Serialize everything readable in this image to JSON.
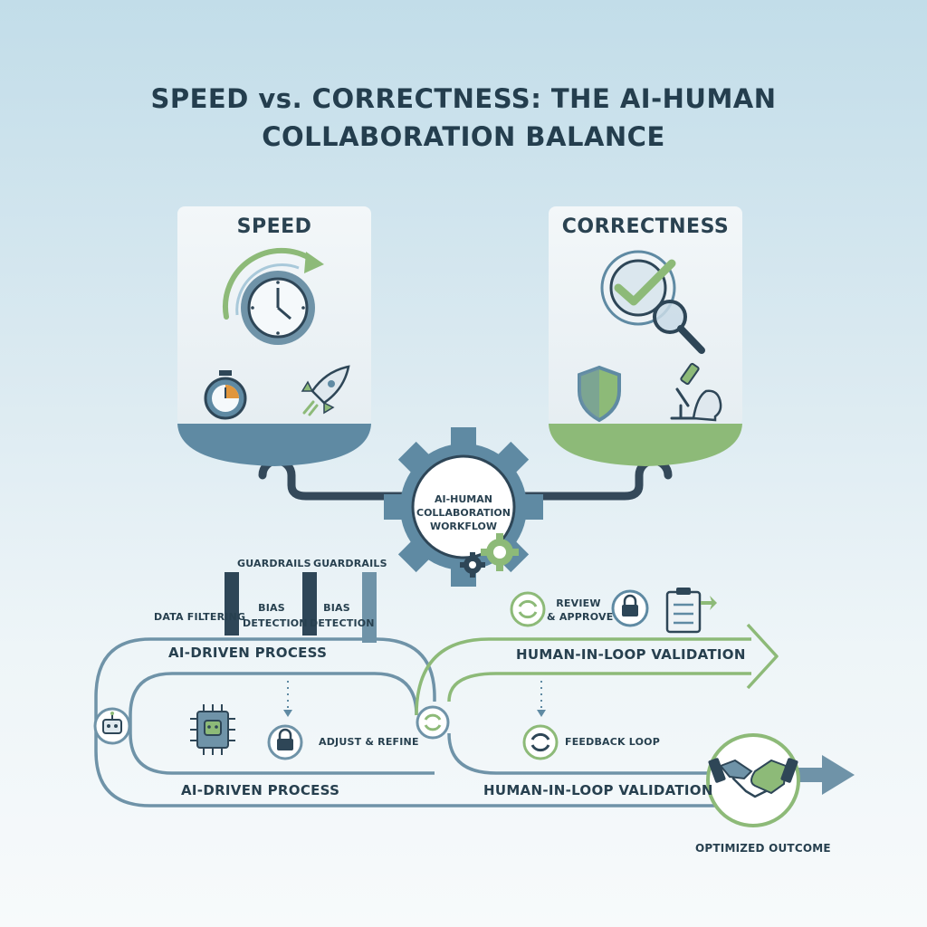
{
  "title_line1": "SPEED vs. CORRECTNESS: THE AI-HUMAN",
  "title_line2": "COLLABORATION BALANCE",
  "speed_panel": {
    "title": "SPEED",
    "icons": [
      "clock-cycle-icon",
      "stopwatch-icon",
      "rocket-icon"
    ]
  },
  "correctness_panel": {
    "title": "CORRECTNESS",
    "icons": [
      "checkmark-magnifier-icon",
      "shield-icon",
      "microscope-scientist-icon"
    ]
  },
  "center_gear": {
    "line1": "AI-HUMAN",
    "line2": "COLLABORATION",
    "line3": "WORKFLOW"
  },
  "guardrails": {
    "label_1": "GUARDRAILS",
    "label_2": "GUARDRAILS",
    "data_filtering": "DATA FILTERING",
    "bias_1_line1": "BIAS",
    "bias_1_line2": "DETECTION",
    "bias_2_line1": "BIAS",
    "bias_2_line2": "DETECTION"
  },
  "loop": {
    "ai_process_top": "AI-DRIVEN PROCESS",
    "ai_process_bottom": "AI-DRIVEN PROCESS",
    "human_validation_top": "HUMAN-IN-LOOP VALIDATION",
    "human_validation_bottom": "HUMAN-IN-LOOP VALIDATION",
    "review_line1": "REVIEW",
    "review_line2": "& APPROVE",
    "adjust_refine": "ADJUST & REFINE",
    "feedback_loop": "FEEDBACK LOOP"
  },
  "outcome": {
    "label": "OPTIMIZED OUTCOME",
    "icon": "handshake-icon"
  },
  "colors": {
    "navy": "#2e4657",
    "steel": "#5f8aa3",
    "green": "#8dba78",
    "panel": "#edf3f6",
    "text": "#27404f"
  }
}
